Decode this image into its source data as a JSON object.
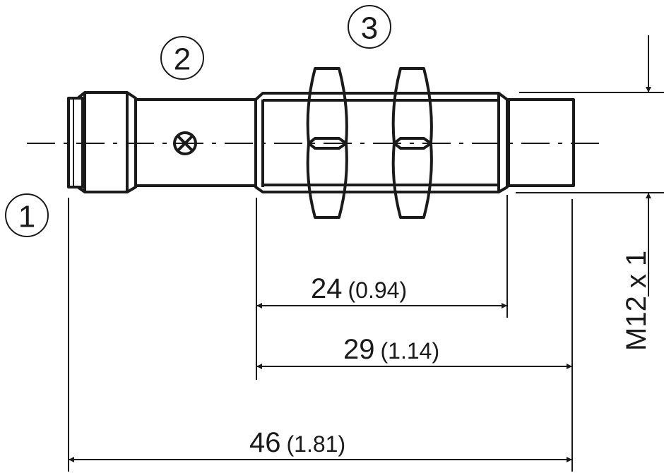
{
  "labels": {
    "one": "1",
    "two": "2",
    "three": "3"
  },
  "dimensions": [
    {
      "value": "24",
      "inch": "(0.94)"
    },
    {
      "value": "29",
      "inch": "(1.14)"
    },
    {
      "value": "46",
      "inch": "(1.81)"
    }
  ],
  "thread": "M12 x 1",
  "icons": {
    "led": "circle-cross-indicator"
  }
}
